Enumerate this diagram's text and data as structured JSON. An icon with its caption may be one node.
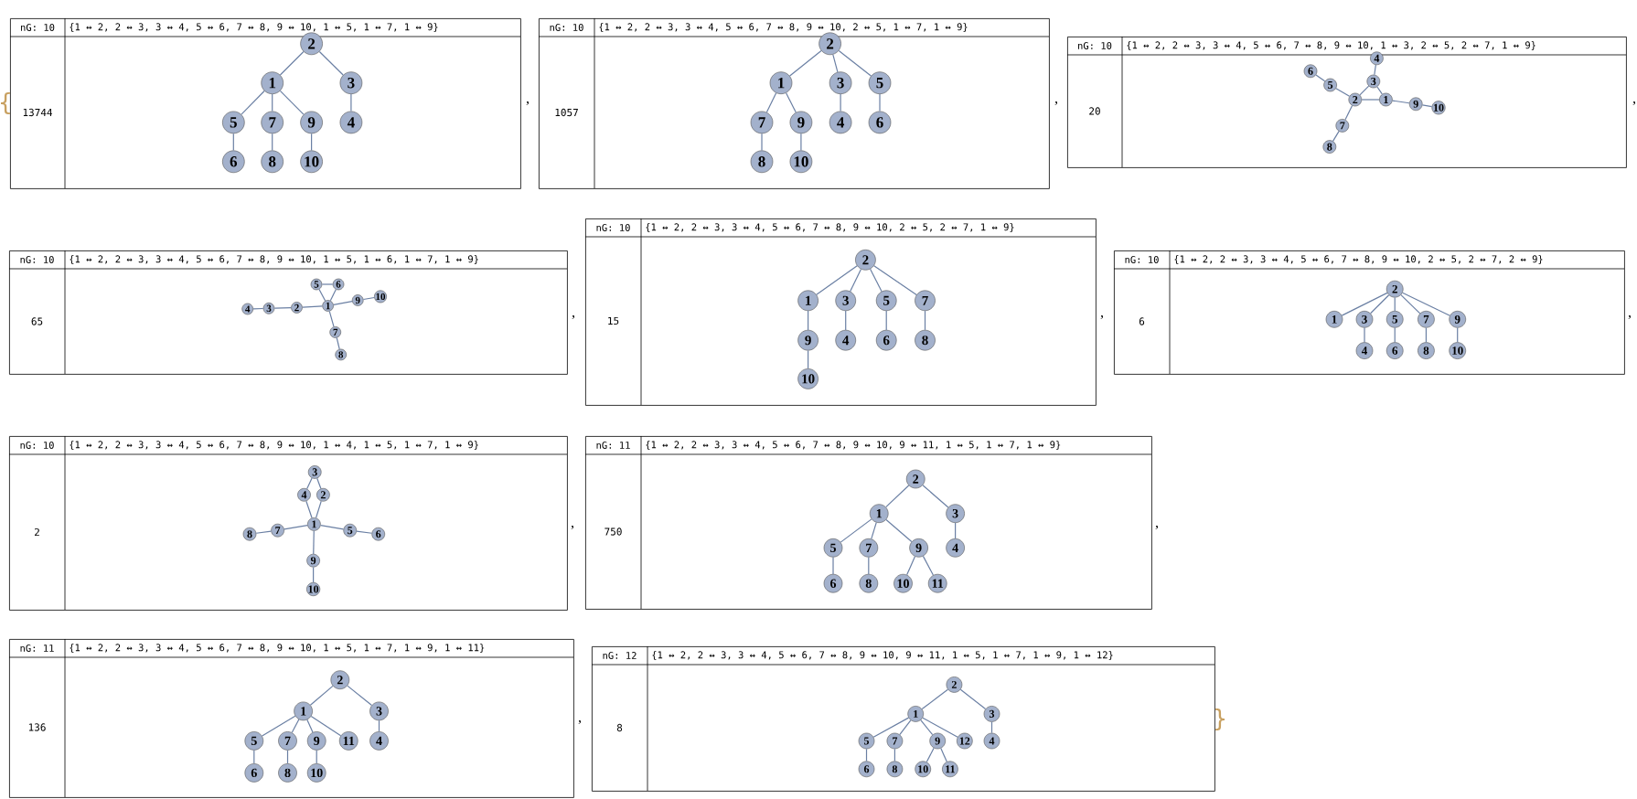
{
  "diagram": {
    "nodes": [
      {
        "text": [
          "nG: 10",
          "{1 ↔ 2, 2 ↔ 3, 3 ↔ 4, 5 ↔ 6, 7 ↔ 8, 9 ↔ 10, 1 ↔ 5, 1 ↔ 7, 1 ↔ 9}",
          "13744"
        ]
      },
      {
        "text": [
          "1"
        ],
        "in": 0
      },
      {
        "text": [
          "2"
        ],
        "in": 0
      },
      {
        "text": [
          "3"
        ],
        "in": 0
      },
      {
        "text": [
          "4"
        ],
        "in": 0
      },
      {
        "text": [
          "5"
        ],
        "in": 0
      },
      {
        "text": [
          "6"
        ],
        "in": 0
      },
      {
        "text": [
          "7"
        ],
        "in": 0
      },
      {
        "text": [
          "8"
        ],
        "in": 0
      },
      {
        "text": [
          "9"
        ],
        "in": 0
      },
      {
        "text": [
          "10"
        ],
        "in": 0
      },
      {
        "text": [
          "nG: 10",
          "{1 ↔ 2, 2 ↔ 3, 3 ↔ 4, 5 ↔ 6, 7 ↔ 8, 9 ↔ 10, 2 ↔ 5, 1 ↔ 7, 1 ↔ 9}",
          "1057"
        ]
      },
      {
        "text": [
          "1"
        ],
        "in": 11
      },
      {
        "text": [
          "2"
        ],
        "in": 11
      },
      {
        "text": [
          "3"
        ],
        "in": 11
      },
      {
        "text": [
          "4"
        ],
        "in": 11
      },
      {
        "text": [
          "5"
        ],
        "in": 11
      },
      {
        "text": [
          "6"
        ],
        "in": 11
      },
      {
        "text": [
          "7"
        ],
        "in": 11
      },
      {
        "text": [
          "8"
        ],
        "in": 11
      },
      {
        "text": [
          "9"
        ],
        "in": 11
      },
      {
        "text": [
          "10"
        ],
        "in": 11
      },
      {
        "text": [
          "nG: 10",
          "{1 ↔ 2, 2 ↔ 3, 3 ↔ 4, 5 ↔ 6, 7 ↔ 8, 9 ↔ 10, 1 ↔ 3, 2 ↔ 5, 2 ↔ 7, 1 ↔ 9}",
          "20"
        ]
      },
      {
        "text": [
          "1"
        ],
        "in": 22
      },
      {
        "text": [
          "2"
        ],
        "in": 22
      },
      {
        "text": [
          "3"
        ],
        "in": 22
      },
      {
        "text": [
          "4"
        ],
        "in": 22
      },
      {
        "text": [
          "5"
        ],
        "in": 22
      },
      {
        "text": [
          "6"
        ],
        "in": 22
      },
      {
        "text": [
          "7"
        ],
        "in": 22
      },
      {
        "text": [
          "8"
        ],
        "in": 22
      },
      {
        "text": [
          "9"
        ],
        "in": 22
      },
      {
        "text": [
          "10"
        ],
        "in": 22
      },
      {
        "text": [
          "nG: 10",
          "{1 ↔ 2, 2 ↔ 3, 3 ↔ 4, 5 ↔ 6, 7 ↔ 8, 9 ↔ 10, 1 ↔ 5, 1 ↔ 6, 1 ↔ 7, 1 ↔ 9}",
          "65"
        ]
      },
      {
        "text": [
          "1"
        ],
        "in": 33
      },
      {
        "text": [
          "2"
        ],
        "in": 33
      },
      {
        "text": [
          "3"
        ],
        "in": 33
      },
      {
        "text": [
          "4"
        ],
        "in": 33
      },
      {
        "text": [
          "5"
        ],
        "in": 33
      },
      {
        "text": [
          "6"
        ],
        "in": 33
      },
      {
        "text": [
          "7"
        ],
        "in": 33
      },
      {
        "text": [
          "8"
        ],
        "in": 33
      },
      {
        "text": [
          "9"
        ],
        "in": 33
      },
      {
        "text": [
          "10"
        ],
        "in": 33
      },
      {
        "text": [
          "nG: 10",
          "{1 ↔ 2, 2 ↔ 3, 3 ↔ 4, 5 ↔ 6, 7 ↔ 8, 9 ↔ 10, 2 ↔ 5, 2 ↔ 7, 1 ↔ 9}",
          "15"
        ]
      },
      {
        "text": [
          "1"
        ],
        "in": 44
      },
      {
        "text": [
          "2"
        ],
        "in": 44
      },
      {
        "text": [
          "3"
        ],
        "in": 44
      },
      {
        "text": [
          "4"
        ],
        "in": 44
      },
      {
        "text": [
          "5"
        ],
        "in": 44
      },
      {
        "text": [
          "6"
        ],
        "in": 44
      },
      {
        "text": [
          "7"
        ],
        "in": 44
      },
      {
        "text": [
          "8"
        ],
        "in": 44
      },
      {
        "text": [
          "9"
        ],
        "in": 44
      },
      {
        "text": [
          "10"
        ],
        "in": 44
      },
      {
        "text": [
          "nG: 10",
          "{1 ↔ 2, 2 ↔ 3, 3 ↔ 4, 5 ↔ 6, 7 ↔ 8, 9 ↔ 10, 2 ↔ 5, 2 ↔ 7, 2 ↔ 9}",
          "6"
        ]
      },
      {
        "text": [
          "1"
        ],
        "in": 55
      },
      {
        "text": [
          "2"
        ],
        "in": 55
      },
      {
        "text": [
          "3"
        ],
        "in": 55
      },
      {
        "text": [
          "4"
        ],
        "in": 55
      },
      {
        "text": [
          "5"
        ],
        "in": 55
      },
      {
        "text": [
          "6"
        ],
        "in": 55
      },
      {
        "text": [
          "7"
        ],
        "in": 55
      },
      {
        "text": [
          "8"
        ],
        "in": 55
      },
      {
        "text": [
          "9"
        ],
        "in": 55
      },
      {
        "text": [
          "10"
        ],
        "in": 55
      },
      {
        "text": [
          "nG: 10",
          "{1 ↔ 2, 2 ↔ 3, 3 ↔ 4, 5 ↔ 6, 7 ↔ 8, 9 ↔ 10, 1 ↔ 4, 1 ↔ 5, 1 ↔ 7, 1 ↔ 9}",
          "2"
        ]
      },
      {
        "text": [
          "1"
        ],
        "in": 66
      },
      {
        "text": [
          "2"
        ],
        "in": 66
      },
      {
        "text": [
          "3"
        ],
        "in": 66
      },
      {
        "text": [
          "4"
        ],
        "in": 66
      },
      {
        "text": [
          "5"
        ],
        "in": 66
      },
      {
        "text": [
          "6"
        ],
        "in": 66
      },
      {
        "text": [
          "7"
        ],
        "in": 66
      },
      {
        "text": [
          "8"
        ],
        "in": 66
      },
      {
        "text": [
          "9"
        ],
        "in": 66
      },
      {
        "text": [
          "10"
        ],
        "in": 66
      },
      {
        "text": [
          "nG: 11",
          "{1 ↔ 2, 2 ↔ 3, 3 ↔ 4, 5 ↔ 6, 7 ↔ 8, 9 ↔ 10, 9 ↔ 11, 1 ↔ 5, 1 ↔ 7, 1 ↔ 9}",
          "750"
        ]
      },
      {
        "text": [
          "1"
        ],
        "in": 77
      },
      {
        "text": [
          "2"
        ],
        "in": 77
      },
      {
        "text": [
          "3"
        ],
        "in": 77
      },
      {
        "text": [
          "4"
        ],
        "in": 77
      },
      {
        "text": [
          "5"
        ],
        "in": 77
      },
      {
        "text": [
          "6"
        ],
        "in": 77
      },
      {
        "text": [
          "7"
        ],
        "in": 77
      },
      {
        "text": [
          "8"
        ],
        "in": 77
      },
      {
        "text": [
          "9"
        ],
        "in": 77
      },
      {
        "text": [
          "10"
        ],
        "in": 77
      },
      {
        "text": [
          "11"
        ],
        "in": 77
      },
      {
        "text": [
          "nG: 11",
          "{1 ↔ 2, 2 ↔ 3, 3 ↔ 4, 5 ↔ 6, 7 ↔ 8, 9 ↔ 10, 1 ↔ 5, 1 ↔ 7, 1 ↔ 9, 1 ↔ 11}",
          "136"
        ]
      },
      {
        "text": [
          "1"
        ],
        "in": 89
      },
      {
        "text": [
          "2"
        ],
        "in": 89
      },
      {
        "text": [
          "3"
        ],
        "in": 89
      },
      {
        "text": [
          "4"
        ],
        "in": 89
      },
      {
        "text": [
          "5"
        ],
        "in": 89
      },
      {
        "text": [
          "6"
        ],
        "in": 89
      },
      {
        "text": [
          "7"
        ],
        "in": 89
      },
      {
        "text": [
          "8"
        ],
        "in": 89
      },
      {
        "text": [
          "9"
        ],
        "in": 89
      },
      {
        "text": [
          "10"
        ],
        "in": 89
      },
      {
        "text": [
          "11"
        ],
        "in": 89
      },
      {
        "text": [
          "nG: 12",
          "{1 ↔ 2, 2 ↔ 3, 3 ↔ 4, 5 ↔ 6, 7 ↔ 8, 9 ↔ 10, 9 ↔ 11, 1 ↔ 5, 1 ↔ 7, 1 ↔ 9, 1 ↔ 12}",
          "8"
        ]
      },
      {
        "text": [
          "1"
        ],
        "in": 101
      },
      {
        "text": [
          "2"
        ],
        "in": 101
      },
      {
        "text": [
          "3"
        ],
        "in": 101
      },
      {
        "text": [
          "4"
        ],
        "in": 101
      },
      {
        "text": [
          "5"
        ],
        "in": 101
      },
      {
        "text": [
          "6"
        ],
        "in": 101
      },
      {
        "text": [
          "7"
        ],
        "in": 101
      },
      {
        "text": [
          "8"
        ],
        "in": 101
      },
      {
        "text": [
          "9"
        ],
        "in": 101
      },
      {
        "text": [
          "10"
        ],
        "in": 101
      },
      {
        "text": [
          "11"
        ],
        "in": 101
      },
      {
        "text": [
          "12"
        ],
        "in": 101
      }
    ],
    "edges": [
      {
        "from": 1,
        "to": 2,
        "arrow": "none"
      },
      {
        "from": 2,
        "to": 3,
        "arrow": "none"
      },
      {
        "from": 3,
        "to": 4,
        "arrow": "none"
      },
      {
        "from": 5,
        "to": 6,
        "arrow": "none"
      },
      {
        "from": 7,
        "to": 8,
        "arrow": "none"
      },
      {
        "from": 9,
        "to": 10,
        "arrow": "none"
      },
      {
        "from": 1,
        "to": 5,
        "arrow": "none"
      },
      {
        "from": 1,
        "to": 7,
        "arrow": "none"
      },
      {
        "from": 1,
        "to": 9,
        "arrow": "none"
      },
      {
        "from": 12,
        "to": 13,
        "arrow": "none"
      },
      {
        "from": 13,
        "to": 14,
        "arrow": "none"
      },
      {
        "from": 14,
        "to": 15,
        "arrow": "none"
      },
      {
        "from": 16,
        "to": 17,
        "arrow": "none"
      },
      {
        "from": 18,
        "to": 19,
        "arrow": "none"
      },
      {
        "from": 20,
        "to": 21,
        "arrow": "none"
      },
      {
        "from": 13,
        "to": 16,
        "arrow": "none"
      },
      {
        "from": 12,
        "to": 18,
        "arrow": "none"
      },
      {
        "from": 12,
        "to": 20,
        "arrow": "none"
      },
      {
        "from": 23,
        "to": 24,
        "arrow": "none"
      },
      {
        "from": 24,
        "to": 25,
        "arrow": "none"
      },
      {
        "from": 25,
        "to": 26,
        "arrow": "none"
      },
      {
        "from": 27,
        "to": 28,
        "arrow": "none"
      },
      {
        "from": 29,
        "to": 30,
        "arrow": "none"
      },
      {
        "from": 31,
        "to": 32,
        "arrow": "none"
      },
      {
        "from": 23,
        "to": 25,
        "arrow": "none"
      },
      {
        "from": 24,
        "to": 27,
        "arrow": "none"
      },
      {
        "from": 24,
        "to": 29,
        "arrow": "none"
      },
      {
        "from": 23,
        "to": 31,
        "arrow": "none"
      },
      {
        "from": 34,
        "to": 35,
        "arrow": "none"
      },
      {
        "from": 35,
        "to": 36,
        "arrow": "none"
      },
      {
        "from": 36,
        "to": 37,
        "arrow": "none"
      },
      {
        "from": 38,
        "to": 39,
        "arrow": "none"
      },
      {
        "from": 40,
        "to": 41,
        "arrow": "none"
      },
      {
        "from": 42,
        "to": 43,
        "arrow": "none"
      },
      {
        "from": 34,
        "to": 38,
        "arrow": "none"
      },
      {
        "from": 34,
        "to": 39,
        "arrow": "none"
      },
      {
        "from": 34,
        "to": 40,
        "arrow": "none"
      },
      {
        "from": 34,
        "to": 42,
        "arrow": "none"
      },
      {
        "from": 45,
        "to": 46,
        "arrow": "none"
      },
      {
        "from": 46,
        "to": 47,
        "arrow": "none"
      },
      {
        "from": 47,
        "to": 48,
        "arrow": "none"
      },
      {
        "from": 49,
        "to": 50,
        "arrow": "none"
      },
      {
        "from": 51,
        "to": 52,
        "arrow": "none"
      },
      {
        "from": 53,
        "to": 54,
        "arrow": "none"
      },
      {
        "from": 46,
        "to": 49,
        "arrow": "none"
      },
      {
        "from": 46,
        "to": 51,
        "arrow": "none"
      },
      {
        "from": 45,
        "to": 53,
        "arrow": "none"
      },
      {
        "from": 56,
        "to": 57,
        "arrow": "none"
      },
      {
        "from": 57,
        "to": 58,
        "arrow": "none"
      },
      {
        "from": 58,
        "to": 59,
        "arrow": "none"
      },
      {
        "from": 60,
        "to": 61,
        "arrow": "none"
      },
      {
        "from": 62,
        "to": 63,
        "arrow": "none"
      },
      {
        "from": 64,
        "to": 65,
        "arrow": "none"
      },
      {
        "from": 57,
        "to": 60,
        "arrow": "none"
      },
      {
        "from": 57,
        "to": 62,
        "arrow": "none"
      },
      {
        "from": 57,
        "to": 64,
        "arrow": "none"
      },
      {
        "from": 67,
        "to": 68,
        "arrow": "none"
      },
      {
        "from": 68,
        "to": 69,
        "arrow": "none"
      },
      {
        "from": 69,
        "to": 70,
        "arrow": "none"
      },
      {
        "from": 71,
        "to": 72,
        "arrow": "none"
      },
      {
        "from": 73,
        "to": 74,
        "arrow": "none"
      },
      {
        "from": 75,
        "to": 76,
        "arrow": "none"
      },
      {
        "from": 67,
        "to": 70,
        "arrow": "none"
      },
      {
        "from": 67,
        "to": 71,
        "arrow": "none"
      },
      {
        "from": 67,
        "to": 73,
        "arrow": "none"
      },
      {
        "from": 67,
        "to": 75,
        "arrow": "none"
      },
      {
        "from": 78,
        "to": 79,
        "arrow": "none"
      },
      {
        "from": 79,
        "to": 80,
        "arrow": "none"
      },
      {
        "from": 80,
        "to": 81,
        "arrow": "none"
      },
      {
        "from": 82,
        "to": 83,
        "arrow": "none"
      },
      {
        "from": 84,
        "to": 85,
        "arrow": "none"
      },
      {
        "from": 86,
        "to": 87,
        "arrow": "none"
      },
      {
        "from": 86,
        "to": 88,
        "arrow": "none"
      },
      {
        "from": 78,
        "to": 82,
        "arrow": "none"
      },
      {
        "from": 78,
        "to": 84,
        "arrow": "none"
      },
      {
        "from": 78,
        "to": 86,
        "arrow": "none"
      },
      {
        "from": 90,
        "to": 91,
        "arrow": "none"
      },
      {
        "from": 91,
        "to": 92,
        "arrow": "none"
      },
      {
        "from": 92,
        "to": 93,
        "arrow": "none"
      },
      {
        "from": 94,
        "to": 95,
        "arrow": "none"
      },
      {
        "from": 96,
        "to": 97,
        "arrow": "none"
      },
      {
        "from": 98,
        "to": 99,
        "arrow": "none"
      },
      {
        "from": 90,
        "to": 94,
        "arrow": "none"
      },
      {
        "from": 90,
        "to": 96,
        "arrow": "none"
      },
      {
        "from": 90,
        "to": 98,
        "arrow": "none"
      },
      {
        "from": 90,
        "to": 100,
        "arrow": "none"
      },
      {
        "from": 102,
        "to": 103,
        "arrow": "none"
      },
      {
        "from": 103,
        "to": 104,
        "arrow": "none"
      },
      {
        "from": 104,
        "to": 105,
        "arrow": "none"
      },
      {
        "from": 106,
        "to": 107,
        "arrow": "none"
      },
      {
        "from": 108,
        "to": 109,
        "arrow": "none"
      },
      {
        "from": 110,
        "to": 111,
        "arrow": "none"
      },
      {
        "from": 110,
        "to": 112,
        "arrow": "none"
      },
      {
        "from": 102,
        "to": 106,
        "arrow": "none"
      },
      {
        "from": 102,
        "to": 108,
        "arrow": "none"
      },
      {
        "from": 102,
        "to": 110,
        "arrow": "none"
      },
      {
        "from": 102,
        "to": 113,
        "arrow": "none"
      }
    ],
    "labels": [
      "{",
      ",",
      ",",
      ",",
      ",",
      ",",
      ",",
      ",",
      ",",
      ",",
      "}"
    ]
  }
}
